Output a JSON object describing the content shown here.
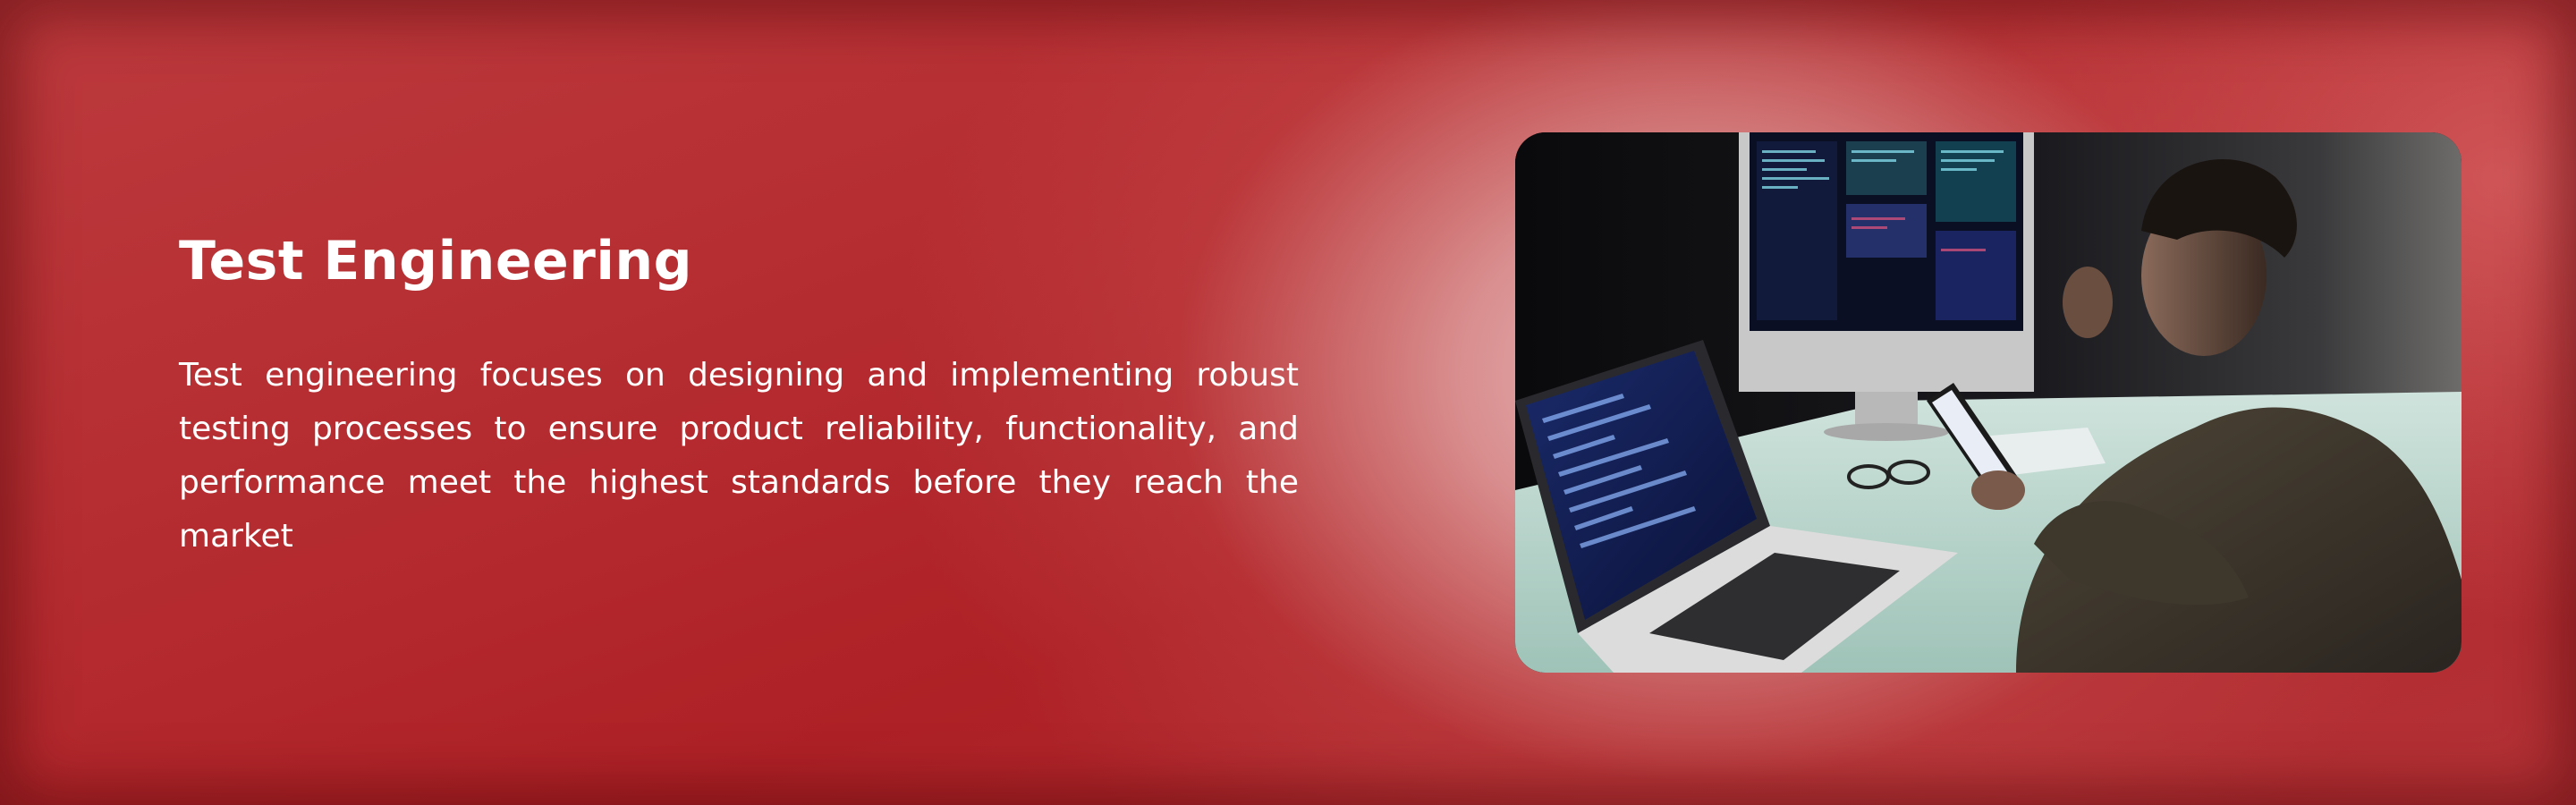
{
  "section": {
    "title": "Test Engineering",
    "description": "Test engineering focuses on designing and implementing robust testing processes to ensure product reliability, functionality, and performance meet the highest standards before they reach the market"
  },
  "colors": {
    "background_primary": "#b52c30",
    "background_highlight": "#ecc8c8",
    "text": "#ffffff"
  },
  "image": {
    "semantic": "developer-testing-phone-photo"
  }
}
